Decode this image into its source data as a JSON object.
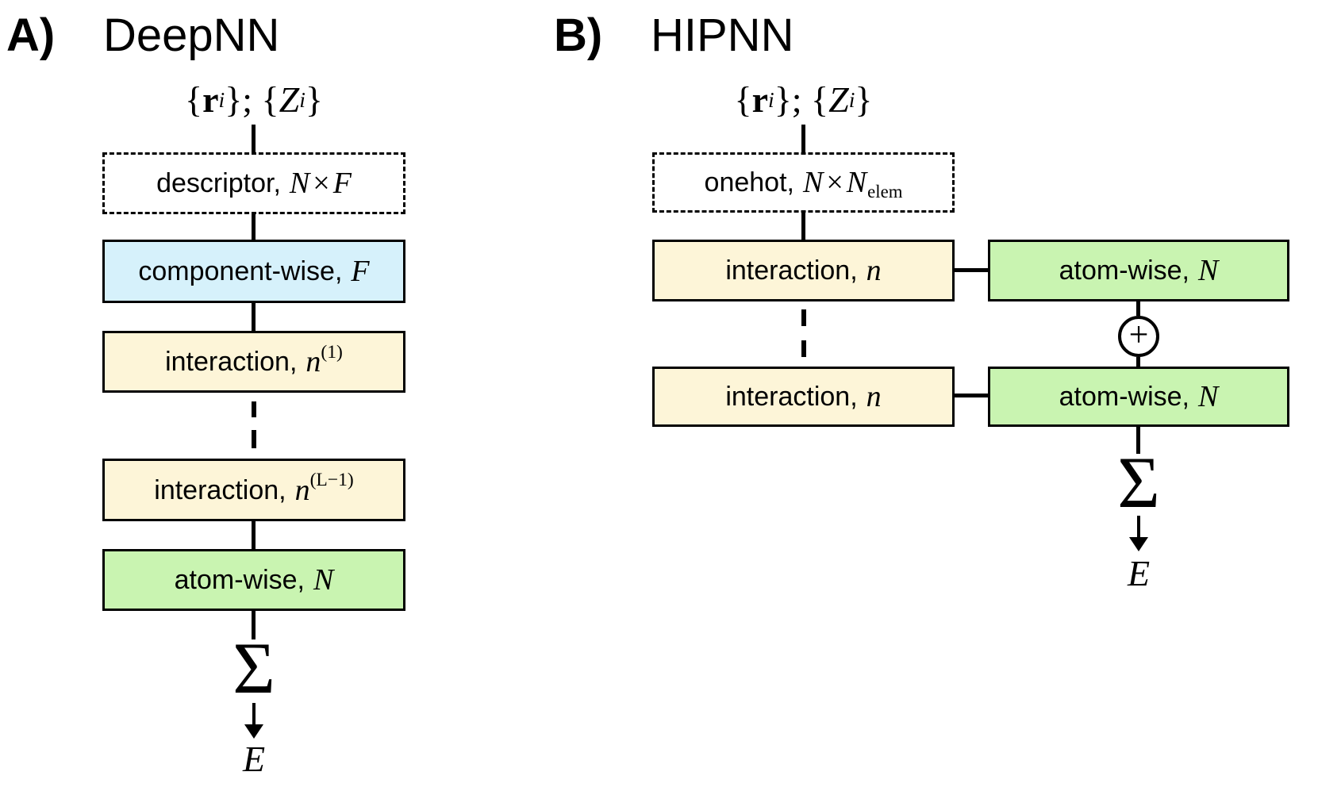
{
  "figure": {
    "panel_a": {
      "label": "A)",
      "title": "DeepNN",
      "input": {
        "open": "{",
        "r": "r",
        "r_sub": "i",
        "sep": "}; {",
        "z": "Z",
        "z_sub": "i",
        "close": "}"
      },
      "descriptor_box": {
        "word": "descriptor,",
        "var1": "N",
        "op": "×",
        "var2": "F"
      },
      "componentwise_box": {
        "word": "component-wise,",
        "var1": "F"
      },
      "interaction1_box": {
        "word": "interaction,",
        "var1": "n",
        "sup": "(1)"
      },
      "interactionL_box": {
        "word": "interaction,",
        "var1": "n",
        "sup": "(L−1)"
      },
      "atomwise_box": {
        "word": "atom-wise,",
        "var1": "N"
      },
      "sum_symbol": "Σ",
      "output": "E"
    },
    "panel_b": {
      "label": "B)",
      "title": "HIPNN",
      "input": {
        "open": "{",
        "r": "r",
        "r_sub": "i",
        "sep": "}; {",
        "z": "Z",
        "z_sub": "i",
        "close": "}"
      },
      "onehot_box": {
        "word": "onehot,",
        "var1": "N",
        "op": "×",
        "var2": "N",
        "sub": "elem"
      },
      "interaction1_box": {
        "word": "interaction,",
        "var1": "n"
      },
      "interaction2_box": {
        "word": "interaction,",
        "var1": "n"
      },
      "atomwise1_box": {
        "word": "atom-wise,",
        "var1": "N"
      },
      "atomwise2_box": {
        "word": "atom-wise,",
        "var1": "N"
      },
      "plus_symbol": "+",
      "sum_symbol": "Σ",
      "output": "E"
    },
    "colors": {
      "box-blue": "#d6f1fb",
      "box-cream": "#fdf5d8",
      "box-green": "#c9f4b1",
      "line": "#000000"
    }
  }
}
